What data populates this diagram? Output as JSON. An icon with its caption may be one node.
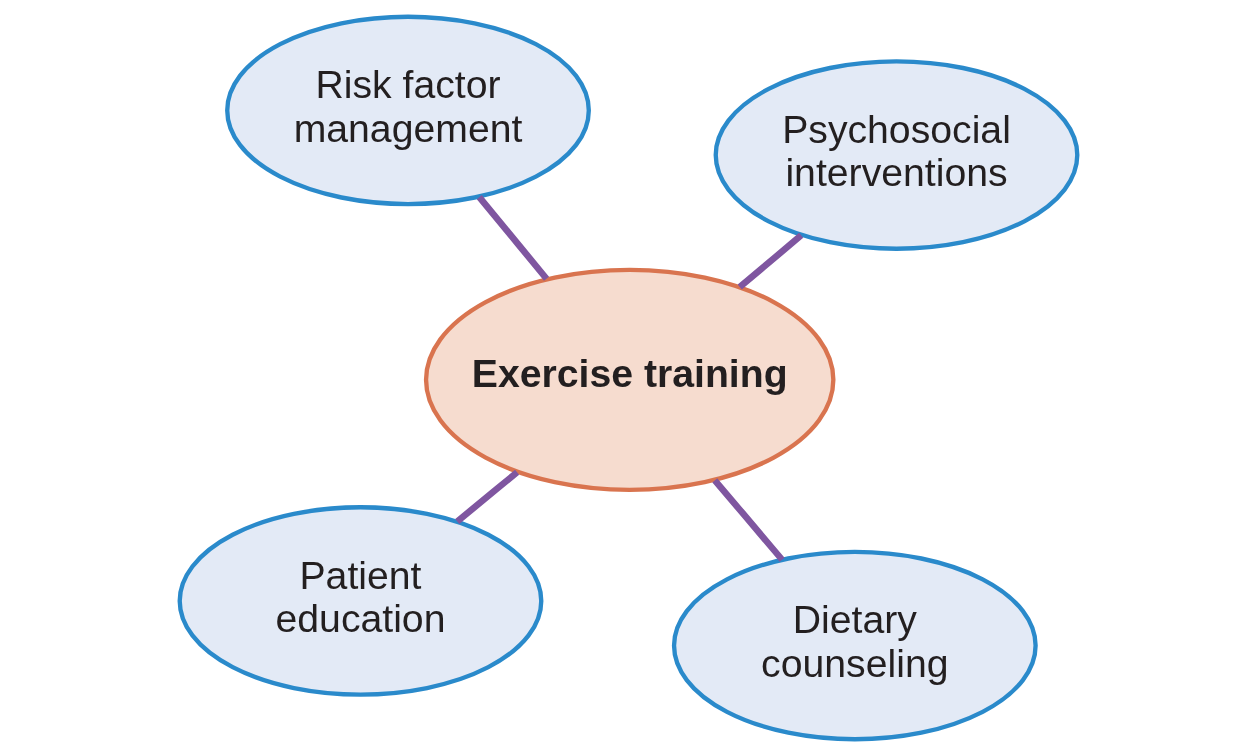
{
  "diagram": {
    "nodes": [
      {
        "text": [
          "Patient education"
        ]
      },
      {
        "text": [
          "Dietary counseling"
        ]
      },
      {
        "text": [
          "Exercise training"
        ]
      },
      {
        "text": [
          "Risk factor management"
        ]
      },
      {
        "text": [
          "Psychosocial interventions"
        ]
      }
    ],
    "edges": [
      {
        "from": 2,
        "to": 0,
        "arrow": "none"
      },
      {
        "from": 2,
        "to": 1,
        "arrow": "none"
      },
      {
        "from": 2,
        "to": 3,
        "arrow": "none"
      },
      {
        "from": 2,
        "to": 4,
        "arrow": "none"
      }
    ]
  }
}
